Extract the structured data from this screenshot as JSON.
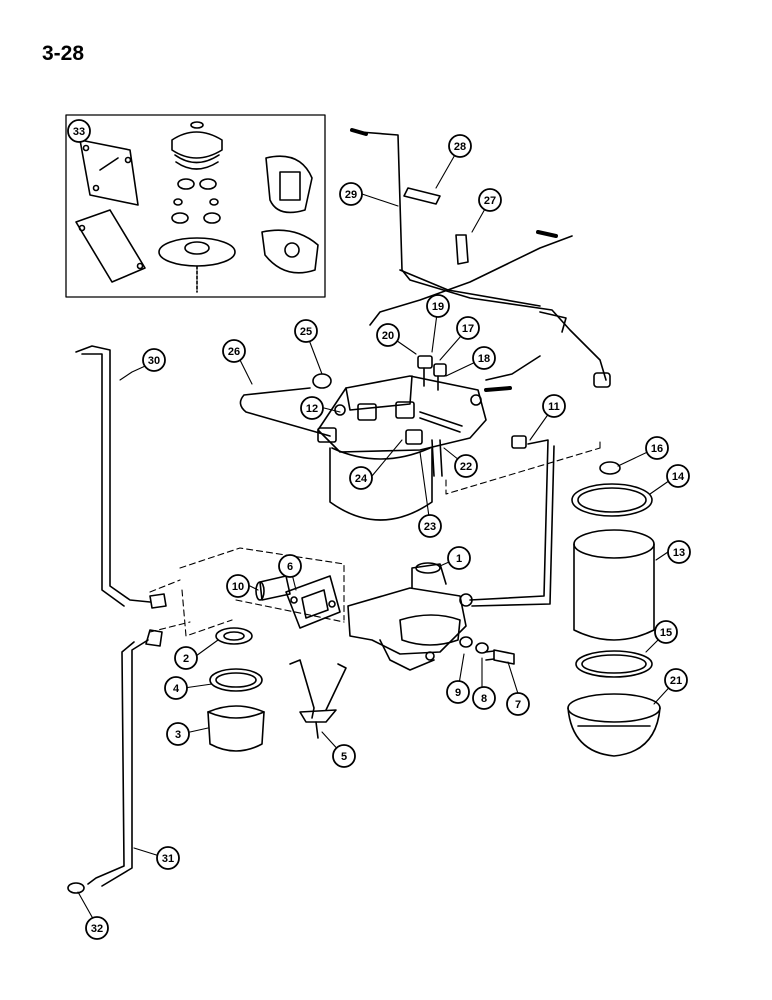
{
  "page": {
    "number": "3-28"
  },
  "callouts": [
    {
      "id": "c33",
      "label": "33"
    },
    {
      "id": "c28",
      "label": "28"
    },
    {
      "id": "c29",
      "label": "29"
    },
    {
      "id": "c27",
      "label": "27"
    },
    {
      "id": "c30",
      "label": "30"
    },
    {
      "id": "c26",
      "label": "26"
    },
    {
      "id": "c25",
      "label": "25"
    },
    {
      "id": "c19",
      "label": "19"
    },
    {
      "id": "c20",
      "label": "20"
    },
    {
      "id": "c17",
      "label": "17"
    },
    {
      "id": "c18",
      "label": "18"
    },
    {
      "id": "c12",
      "label": "12"
    },
    {
      "id": "c11",
      "label": "11"
    },
    {
      "id": "c16",
      "label": "16"
    },
    {
      "id": "c14",
      "label": "14"
    },
    {
      "id": "c24",
      "label": "24"
    },
    {
      "id": "c22",
      "label": "22"
    },
    {
      "id": "c23",
      "label": "23"
    },
    {
      "id": "c13",
      "label": "13"
    },
    {
      "id": "c1",
      "label": "1"
    },
    {
      "id": "c6",
      "label": "6"
    },
    {
      "id": "c10",
      "label": "10"
    },
    {
      "id": "c15",
      "label": "15"
    },
    {
      "id": "c2",
      "label": "2"
    },
    {
      "id": "c4",
      "label": "4"
    },
    {
      "id": "c9",
      "label": "9"
    },
    {
      "id": "c8",
      "label": "8"
    },
    {
      "id": "c7",
      "label": "7"
    },
    {
      "id": "c21",
      "label": "21"
    },
    {
      "id": "c3",
      "label": "3"
    },
    {
      "id": "c5",
      "label": "5"
    },
    {
      "id": "c31",
      "label": "31"
    },
    {
      "id": "c32",
      "label": "32"
    }
  ]
}
